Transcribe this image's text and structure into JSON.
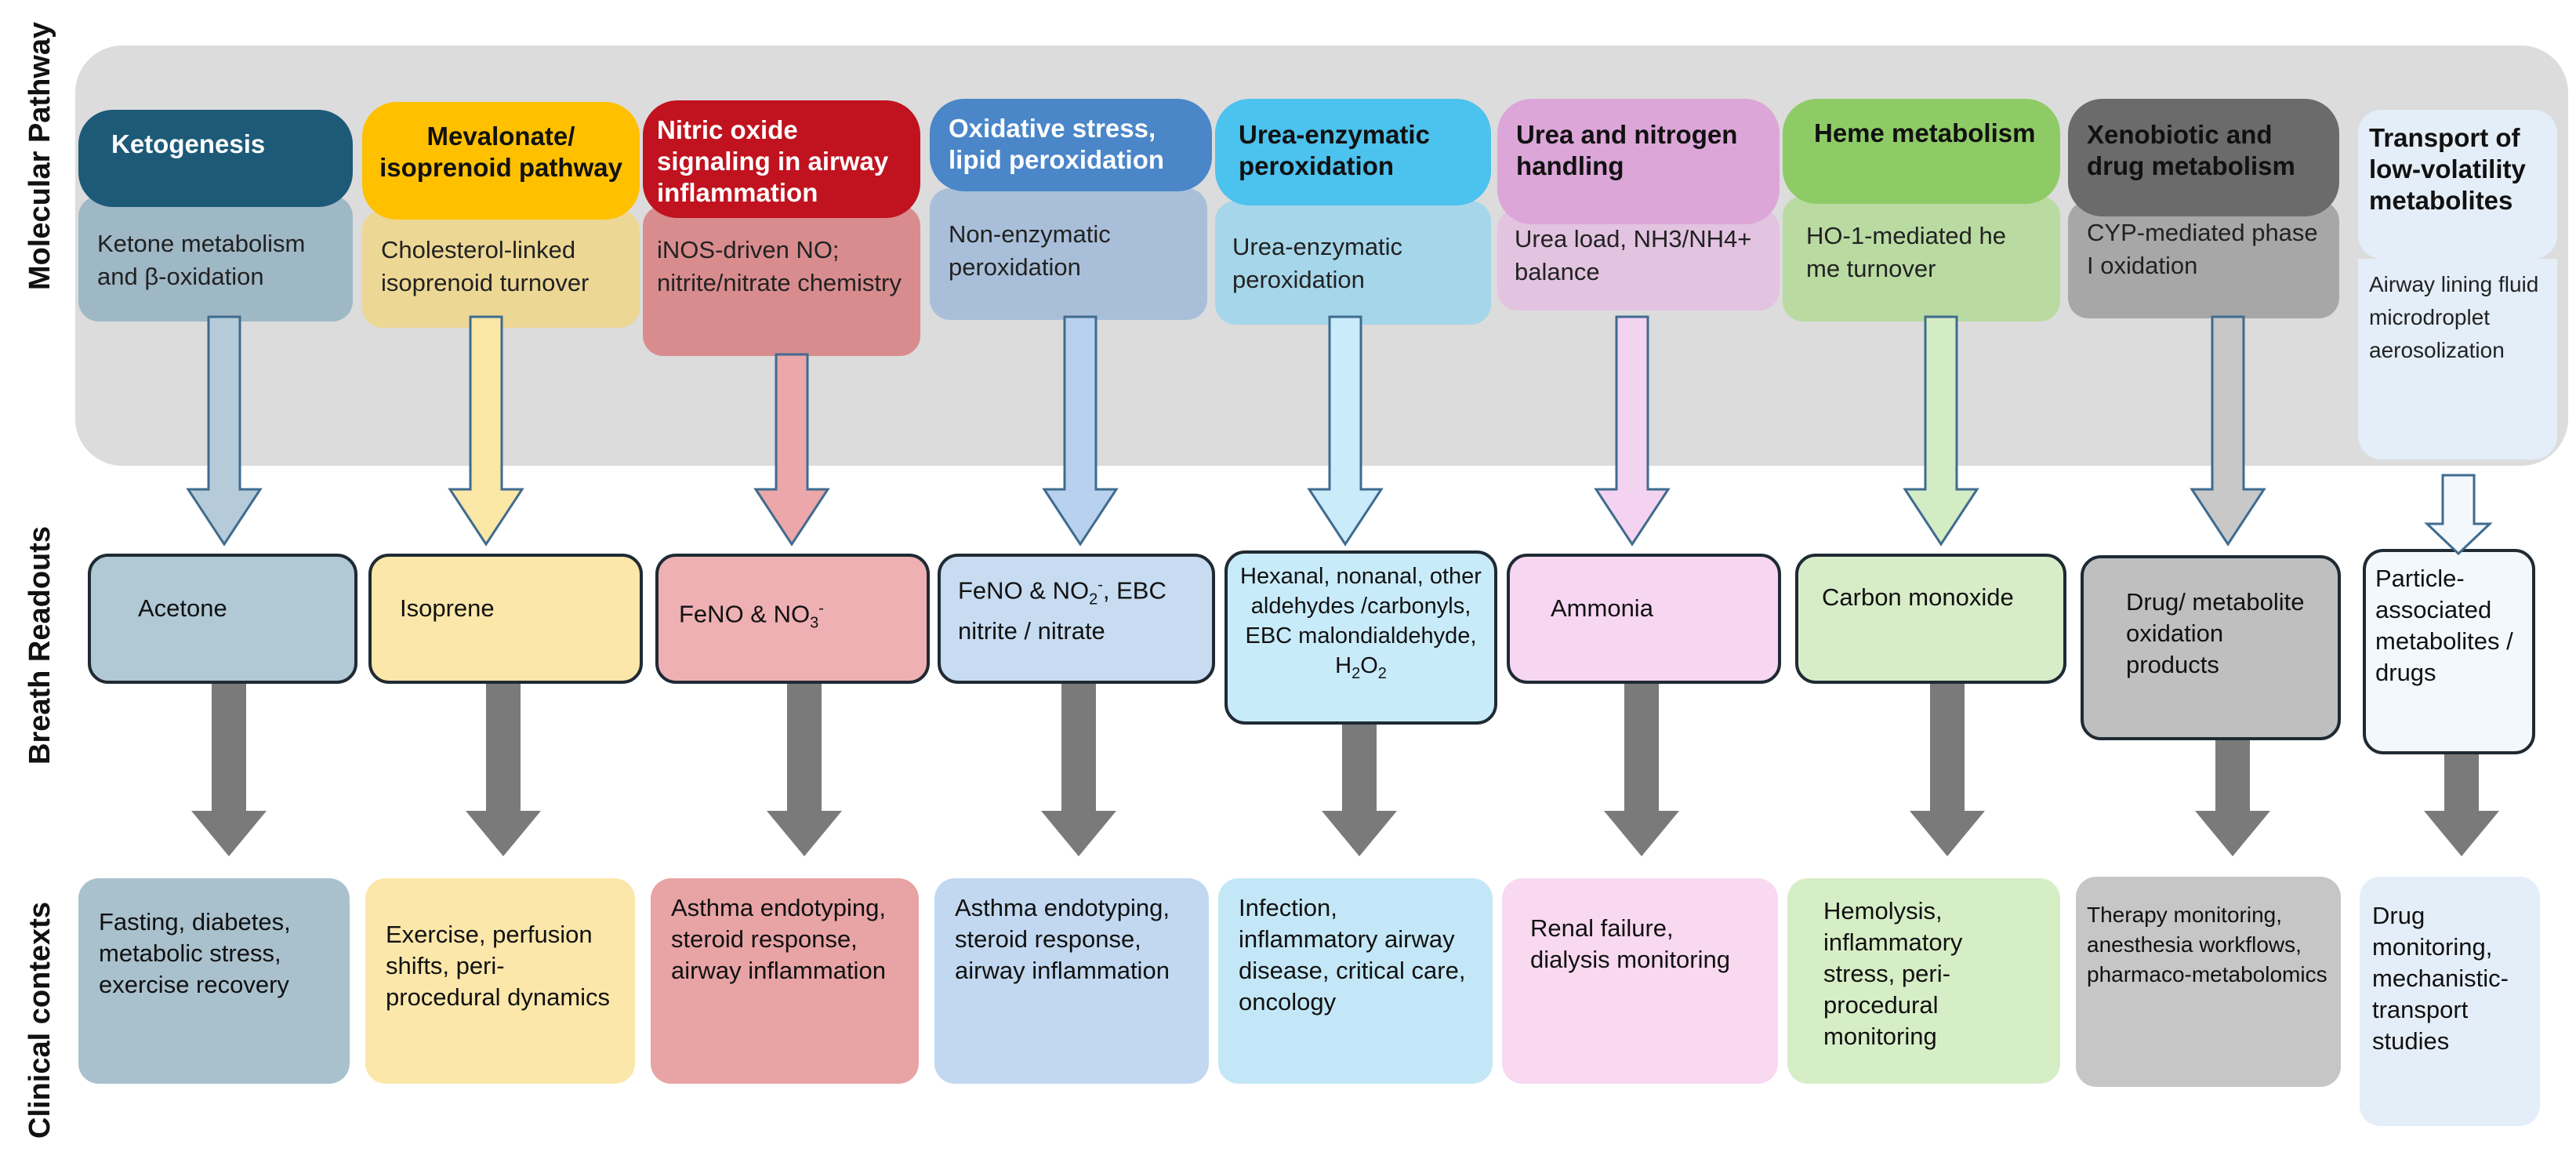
{
  "row_labels": {
    "molecular": "Molecular Pathway",
    "breath": "Breath Readouts",
    "clinical": "Clinical contexts"
  },
  "colors": {
    "ketogenesis": "#1d5a78",
    "mevalonate": "#ffc000",
    "nitric": "#c0121f",
    "oxidative": "#4a86c8",
    "urea_enzymatic": "#4cc2ee",
    "urea_nitrogen": "#dca6d8",
    "heme": "#8ecb66",
    "xenobiotic": "#6b6b6b",
    "transport": "#e4eef8",
    "readout_arrow": "#7a7a7a"
  },
  "columns": [
    {
      "pathway": "Ketogenesis",
      "mechanism": "Ketone metabolism and β-oxidation",
      "readout": "Acetone",
      "context": "Fasting, diabetes, metabolic stress, exercise recovery"
    },
    {
      "pathway": "Mevalonate/ isoprenoid pathway",
      "mechanism": "Cholesterol-linked isoprenoid turnover",
      "readout": "Isoprene",
      "context": "Exercise, perfusion shifts, peri-procedural dynamics"
    },
    {
      "pathway": "Nitric oxide signaling in airway inflammation",
      "mechanism": "iNOS-driven NO; nitrite/nitrate chemistry",
      "readout": "FeNO & NO3-",
      "context": "Asthma endotyping, steroid response, airway inflammation"
    },
    {
      "pathway": "Oxidative stress, lipid peroxidation",
      "mechanism": "Non-enzymatic peroxidation",
      "readout": "FeNO & NO2-, EBC nitrite / nitrate",
      "context": "Asthma endotyping, steroid response, airway inflammation"
    },
    {
      "pathway": "Urea-enzymatic peroxidation",
      "mechanism": "Urea-enzymatic peroxidation",
      "readout": "Hexanal, nonanal, other aldehydes /carbonyls, EBC malondialdehyde, H2O2",
      "context": "Infection, inflammatory airway disease, critical care, oncology"
    },
    {
      "pathway": "Urea and nitrogen handling",
      "mechanism": "Urea load, NH3/NH4+ balance",
      "readout": "Ammonia",
      "context": "Renal failure, dialysis monitoring"
    },
    {
      "pathway": "Heme metabolism",
      "mechanism": "HO-1-mediated he me turnover",
      "readout": "Carbon monoxide",
      "context": "Hemolysis, inflammatory stress, peri-procedural monitoring"
    },
    {
      "pathway": "Xenobiotic and drug metabolism",
      "mechanism": "CYP-mediated phase I oxidation",
      "readout": "Drug/ metabolite oxidation products",
      "context": "Therapy monitoring, anesthesia workflows, pharmaco-metabolomics"
    },
    {
      "pathway": "Transport of low-volatility metabolites",
      "mechanism": "Airway lining fluid microdroplet aerosolization",
      "readout": "Particle-associated metabolites / drugs",
      "context": "Drug monitoring, mechanistic-transport studies"
    }
  ]
}
